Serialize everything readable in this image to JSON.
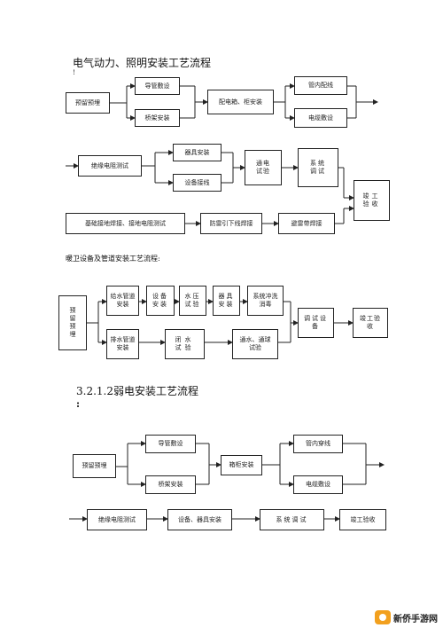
{
  "section1": {
    "title": "电气动力、照明安装工艺流程",
    "mark": "!",
    "boxes": {
      "yumaiyuliu": "预留预埋",
      "daoguan": "导管敷设",
      "qiaojia": "桥架安装",
      "peidianxiang": "配电箱、柜安装",
      "guanneipeixian": "管内配线",
      "dianlan": "电缆敷设",
      "jueyuan": "绝缘电阻测试",
      "qiju": "器具安装",
      "shebei": "设备接线",
      "tongdian": "通电试验",
      "xitong": "系统调试",
      "jungong": "竣工验收",
      "jichu": "基础接地焊接、接地电阻测试",
      "fanglei": "防雷引下线焊接",
      "bilei": "避雷带焊接"
    }
  },
  "section2": {
    "title": "暖卫设备及管道安装工艺流程:",
    "boxes": {
      "yumaiyuliu": "预留预埋",
      "geishui": "给水管道安装",
      "shebei": "设备安装",
      "shuiya": "水压试验",
      "qiju": "器具安装",
      "chongxi": "系统冲洗消毒",
      "paishui": "排水管道安装",
      "bishui": "闭水试验",
      "tongshui": "通水、通球试验",
      "tiaoshi": "调试设备",
      "jungong": "竣工验收"
    }
  },
  "section3": {
    "title": "3.2.1.2弱电安装工艺流程",
    "colon": ":",
    "boxes": {
      "yumaiyuliu": "预留预埋",
      "daoguan": "导管敷设",
      "qiaojia": "桥架安装",
      "xiangui": "箱柜安装",
      "guanneichuanxian": "管内穿线",
      "dianlan": "电缆敷设",
      "jueyuan": "绝缘电阻测试",
      "shebei": "设备、器具安装",
      "xitong": "系统调试",
      "jungong": "竣工验收"
    }
  },
  "watermark": {
    "text": "新侨手游网",
    "icon": "house-icon",
    "color": "#f2a01e"
  }
}
